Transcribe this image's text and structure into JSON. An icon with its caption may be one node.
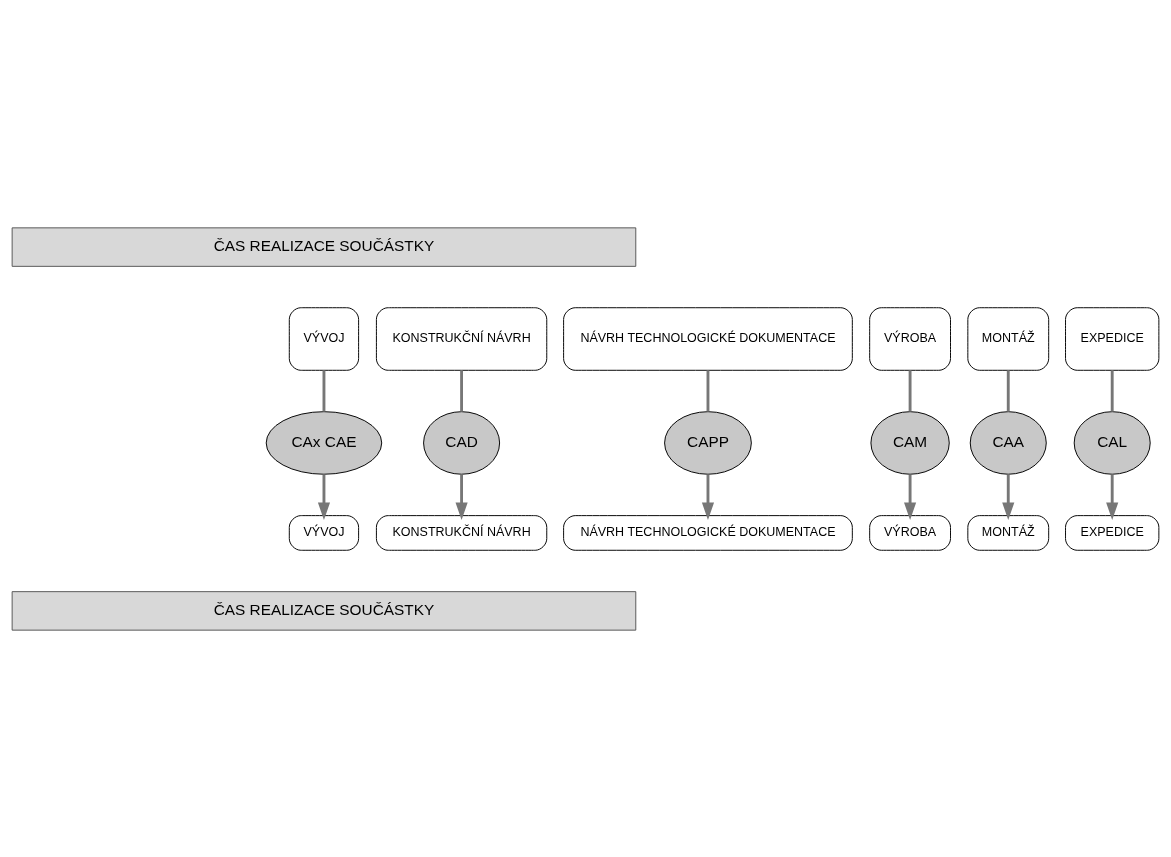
{
  "diagram": {
    "nodes": [
      {
        "text": [
          "VÝVOJ"
        ]
      },
      {
        "text": [
          "KONSTRUKČNÍ NÁVRH"
        ]
      },
      {
        "text": [
          "NÁVRH TECHNOLOGICKÉ DOKUMENTACE"
        ]
      },
      {
        "text": [
          "VÝROBA"
        ]
      },
      {
        "text": [
          "MONTÁŽ"
        ]
      },
      {
        "text": [
          "EXPEDICE"
        ]
      },
      {
        "text": [
          "CAx CAE"
        ]
      },
      {
        "text": [
          "CAD"
        ]
      },
      {
        "text": [
          "CAPP"
        ]
      },
      {
        "text": [
          "CAM"
        ]
      },
      {
        "text": [
          "CAA"
        ]
      },
      {
        "text": [
          "CAL"
        ]
      },
      {
        "text": [
          "VÝVOJ"
        ]
      },
      {
        "text": [
          "KONSTRUKČNÍ NÁVRH"
        ]
      },
      {
        "text": [
          "NÁVRH TECHNOLOGICKÉ DOKUMENTACE"
        ]
      },
      {
        "text": [
          "VÝROBA"
        ]
      },
      {
        "text": [
          "MONTÁŽ"
        ]
      },
      {
        "text": [
          "EXPEDICE"
        ]
      }
    ],
    "edges": [
      {
        "from": 0,
        "to": 6,
        "arrow": "none"
      },
      {
        "from": 6,
        "to": 12,
        "arrow": "to"
      },
      {
        "from": 1,
        "to": 7,
        "arrow": "none"
      },
      {
        "from": 7,
        "to": 13,
        "arrow": "to"
      },
      {
        "from": 2,
        "to": 8,
        "arrow": "none"
      },
      {
        "from": 8,
        "to": 14,
        "arrow": "to"
      },
      {
        "from": 3,
        "to": 9,
        "arrow": "none"
      },
      {
        "from": 9,
        "to": 15,
        "arrow": "to"
      },
      {
        "from": 4,
        "to": 10,
        "arrow": "none"
      },
      {
        "from": 10,
        "to": 16,
        "arrow": "to"
      },
      {
        "from": 5,
        "to": 11,
        "arrow": "none"
      },
      {
        "from": 11,
        "to": 17,
        "arrow": "to"
      }
    ],
    "labels": [
      "ČAS REALIZACE SOUČÁSTKY",
      "ČAS REALIZACE SOUČÁSTKY"
    ]
  }
}
